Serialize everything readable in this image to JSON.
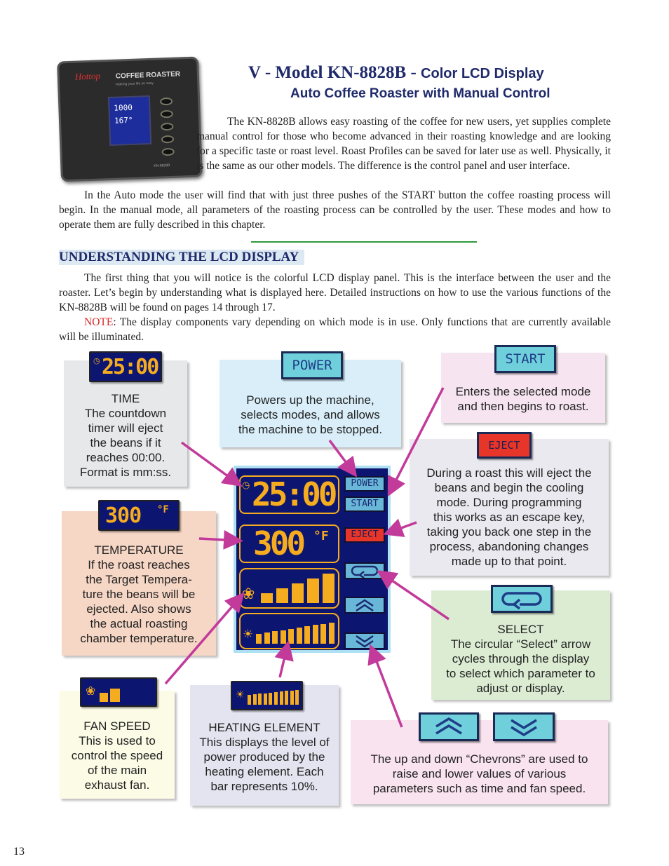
{
  "photo": {
    "brand": "Hottop",
    "title": "COFFEE ROASTER",
    "tagline": "Making your life so easy",
    "time": "1000",
    "temp": "167°",
    "model": "KN-8828B"
  },
  "title": {
    "main": "V - Model KN-8828B - ",
    "main_sub": "Color LCD Display",
    "subtitle": "Auto Coffee Roaster with Manual Control"
  },
  "paragraphs": {
    "p1": "The KN-8828B allows easy roasting of the coffee for new users, yet supplies complete manual control for those who become advanced in their roasting knowledge and are looking for a specific taste or roast level. Roast Profiles can be saved for later use as well. Physically,  it is the same as our other models. The difference is the control panel and user interface.",
    "p2": "In the Auto mode the user will find that with just three pushes of the START button the coffee roasting process will begin. In the manual mode, all parameters of the roasting process can be controlled by the user. These modes and how to operate them are fully described in this chapter.",
    "heading": "UNDERSTANDING THE LCD DISPLAY",
    "p3": "The first thing that you will notice is the colorful LCD display panel. This is the interface between the user and the roaster. Let’s begin by understanding what is displayed here. Detailed instructions on how to use the various functions of the KN-8828B will be found on pages 14 through 17.",
    "p4_note": "NOTE",
    "p4": ": The display components vary depending on which mode is in use. Only functions that are currently available will be illuminated."
  },
  "display": {
    "time": "25:00",
    "temp": "300",
    "temp_unit": "°F",
    "keys": {
      "power": "POWER",
      "start": "START",
      "eject": "EJECT"
    }
  },
  "boxes": {
    "time": {
      "lines": [
        "TIME",
        "The countdown",
        "timer will eject",
        "the beans if it",
        "reaches 00:00.",
        "Format is mm:ss."
      ]
    },
    "power": {
      "lines": [
        "Powers up the machine,",
        "selects modes, and allows",
        "the machine to be stopped."
      ]
    },
    "start": {
      "lines": [
        "Enters the selected mode",
        "and then begins to roast."
      ]
    },
    "eject": {
      "lines": [
        "During a roast this will eject the",
        "beans and begin the cooling",
        "mode. During programming",
        "this works as an escape key,",
        "taking you back one step in the",
        "process, abandoning changes",
        "made up to that point."
      ]
    },
    "temperature": {
      "lines": [
        "TEMPERATURE",
        "If the roast reaches",
        "the Target Tempera-",
        "ture the beans will be",
        "ejected. Also shows",
        "the actual roasting",
        "chamber temperature."
      ]
    },
    "select": {
      "lines": [
        "SELECT",
        "The circular “Select” arrow",
        "cycles through the display",
        "to select which parameter to",
        "adjust or display."
      ]
    },
    "fan": {
      "lines": [
        "FAN SPEED",
        "This is used to",
        "control the speed",
        "of the main",
        "exhaust fan."
      ]
    },
    "heating": {
      "lines": [
        "HEATING ELEMENT",
        "This displays the level of",
        "power produced by the",
        "heating element. Each",
        "bar represents 10%."
      ]
    },
    "chevrons": {
      "lines": [
        "The up and down “Chevrons” are used to",
        "raise and lower values of various",
        "parameters such as time and fan speed."
      ]
    }
  },
  "page_number": "13",
  "colors": {
    "title_blue": "#1f2a6b",
    "note_red": "#d62a2a",
    "lcd_navy": "#0c1570",
    "digit_amber": "#f6ac1f",
    "key_cyan": "#6fd0dc",
    "arrow_magenta": "#c23a9a",
    "rule_green": "#2f9a3a"
  }
}
